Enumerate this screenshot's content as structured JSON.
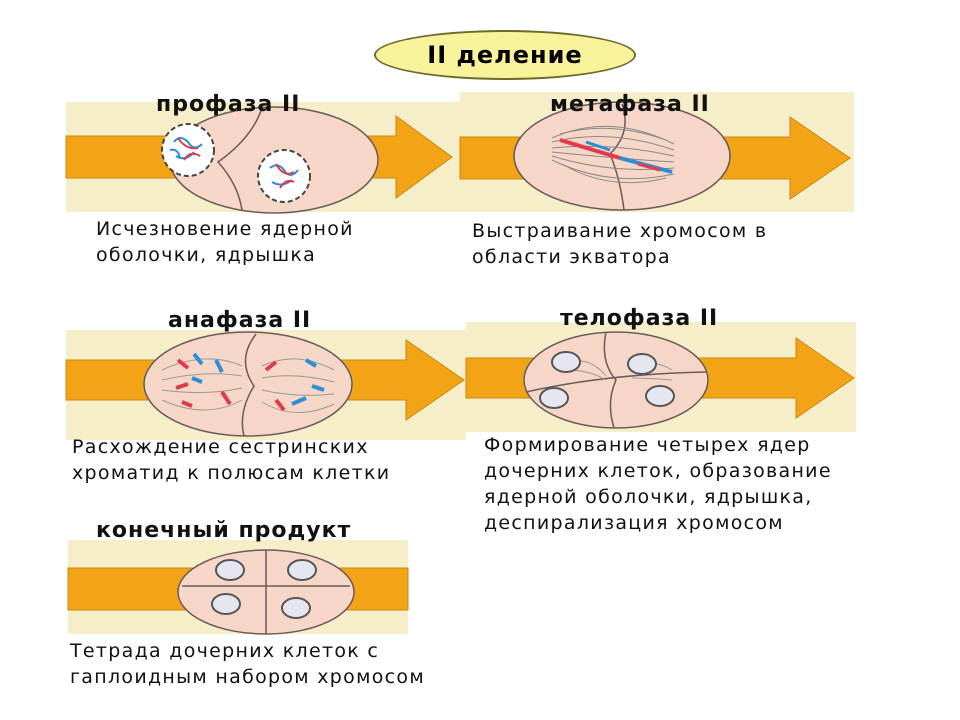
{
  "heading": "II деление",
  "colors": {
    "panel_bg": "#f5eec8",
    "arrow": "#f2a416",
    "cell_fill": "#f6d6c6",
    "cell_stroke": "#6a5a5a",
    "chromosome_red": "#e23a4a",
    "chromosome_blue": "#2a8fd6",
    "title_oval": "#f8f39a"
  },
  "phases": {
    "prophase": {
      "title": "профаза II",
      "desc_line1": "Исчезновение ядерной",
      "desc_line2": "оболочки, ядрышка"
    },
    "metaphase": {
      "title": "метафаза II",
      "desc_line1": "Выстраивание хромосом в",
      "desc_line2": "области экватора"
    },
    "anaphase": {
      "title": "анафаза II",
      "desc_line1": "Расхождение сестринских",
      "desc_line2": "хроматид к полюсам клетки"
    },
    "telophase": {
      "title": "телофаза II",
      "desc_line1": "Формирование четырех ядер",
      "desc_line2": "дочерних клеток, образование",
      "desc_line3": "ядерной оболочки, ядрышка,",
      "desc_line4": "деспирализация хромосом"
    },
    "final": {
      "title": "конечный продукт",
      "desc_line1": "Тетрада дочерних клеток с",
      "desc_line2": "гаплоидным набором хромосом"
    }
  }
}
